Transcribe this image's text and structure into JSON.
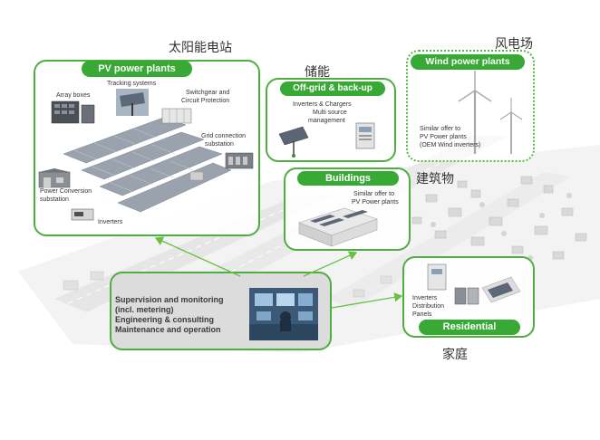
{
  "pv": {
    "title": "PV power plants",
    "cn_label": "太阳能电站",
    "array_boxes": "Array boxes",
    "tracking": "Tracking systems",
    "switchgear_l1": "Switchgear and",
    "switchgear_l2": "Circuit Protection",
    "grid_l1": "Grid connection",
    "grid_l2": "substation",
    "pcs_l1": "Power Conversion",
    "pcs_l2": "substation",
    "inverters": "Inverters"
  },
  "offgrid": {
    "title": "Off-grid & back-up",
    "cn_label": "储能",
    "l1": "Inverters & Chargers",
    "l2": "Multi source",
    "l3": "management"
  },
  "wind": {
    "title": "Wind power plants",
    "cn_label": "风电场",
    "l1": "Similar offer to",
    "l2": "PV Power plants",
    "l3": "(OEM Wind inverters)"
  },
  "buildings": {
    "title": "Buildings",
    "cn_label": "建筑物",
    "l1": "Similar offer to",
    "l2": "PV Power plants"
  },
  "residential": {
    "title": "Residential",
    "cn_label": "家庭",
    "l1": "Inverters",
    "l2": "Distribution",
    "l3": "Panels"
  },
  "services": {
    "l1": "Supervision and monitoring",
    "l2": "(incl. metering)",
    "l3": "Engineering & consulting",
    "l4": "Maintenance and operation"
  },
  "colors": {
    "accent": "#39a935",
    "border": "#4caf3e",
    "arrow": "#6cbf45",
    "text": "#333333"
  }
}
